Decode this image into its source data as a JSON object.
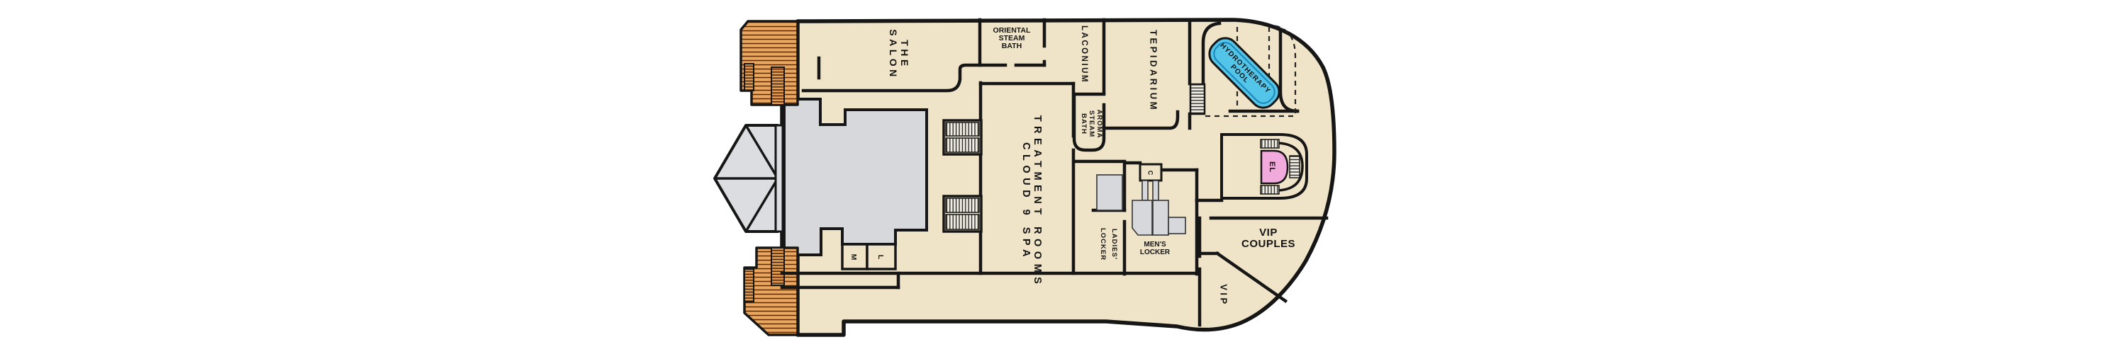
{
  "plan": {
    "type": "cruise-ship-spa-deck-floor-plan",
    "rooms": {
      "salon": {
        "lines": [
          "THE",
          "SALON"
        ]
      },
      "oriental_steam_bath": {
        "lines": [
          "ORIENTAL",
          "STEAM",
          "BATH"
        ]
      },
      "laconium": {
        "label": "LACONIUM"
      },
      "tepidarium": {
        "label": "TEPIDARIUM"
      },
      "aroma_steam_bath": {
        "lines": [
          "AROMA",
          "STEAM",
          "BATH"
        ]
      },
      "treatment_rooms": {
        "lines": [
          "CLOUD 9 SPA",
          "TREATMENT ROOMS"
        ]
      },
      "hydrotherapy_pool": {
        "lines": [
          "HYDROTHERAPY",
          "POOL"
        ]
      },
      "ladies_locker": {
        "lines": [
          "LADIES'",
          "LOCKER"
        ]
      },
      "mens_locker": {
        "lines": [
          "MEN'S",
          "LOCKER"
        ]
      },
      "vip_couples": {
        "lines": [
          "VIP",
          "COUPLES"
        ]
      },
      "vip": {
        "label": "VIP"
      },
      "elevator": {
        "label": "EL"
      },
      "room_m": {
        "label": "M"
      },
      "room_l": {
        "label": "L"
      },
      "room_c": {
        "label": "C"
      }
    },
    "colors": {
      "floor": "#F0E4C8",
      "walls": "#161616",
      "stairs_orange": "#ECA75E",
      "stairs_stripe": "#4A2E10",
      "structure_gray": "#D7D8DB",
      "pool_cyan": "#52C5E9",
      "pool_inner": "#1B87B8",
      "elevator_pink": "#F2A9DB",
      "background": "#FFFFFF"
    }
  }
}
